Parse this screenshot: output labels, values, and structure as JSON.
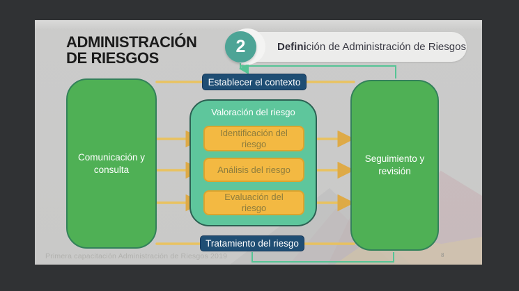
{
  "slide": {
    "title_line1": "ADMINISTRACIÓN",
    "title_line2": "DE RIESGOS",
    "step_badge": {
      "number": "2",
      "label_bold": "Defini",
      "label_rest": "ción de Administración de Riesgos"
    },
    "diagram": {
      "top_box": "Establecer el contexto",
      "left_box": "Comunicación y consulta",
      "right_box": "Seguimiento y revisión",
      "center_group": {
        "label": "Valoración del riesgo",
        "items": [
          "Identificación del riesgo",
          "Análisis del riesgo",
          "Evaluación del riesgo"
        ]
      },
      "bottom_box": "Tratamiento del riesgo"
    },
    "footer": "Primera capacitación Administración de Riesgos 2019",
    "page_number": "8"
  },
  "colors": {
    "surround": "#303234",
    "slide_background": "#c9c9c8",
    "green_box": "#4fb055",
    "green_border": "#33815a",
    "teal_container": "#5ec69c",
    "teal_border": "#2c6153",
    "yellow_box": "#f3b942",
    "yellow_border": "#dca42e",
    "yellow_text": "#8e7d3d",
    "navy_box": "#1f4e74",
    "arrow_gold": "#ecc258",
    "connector_teal": "#55c495",
    "step_circle": "#4da496",
    "callout_background": "#ececeb",
    "title_text": "#1b1b1b"
  }
}
